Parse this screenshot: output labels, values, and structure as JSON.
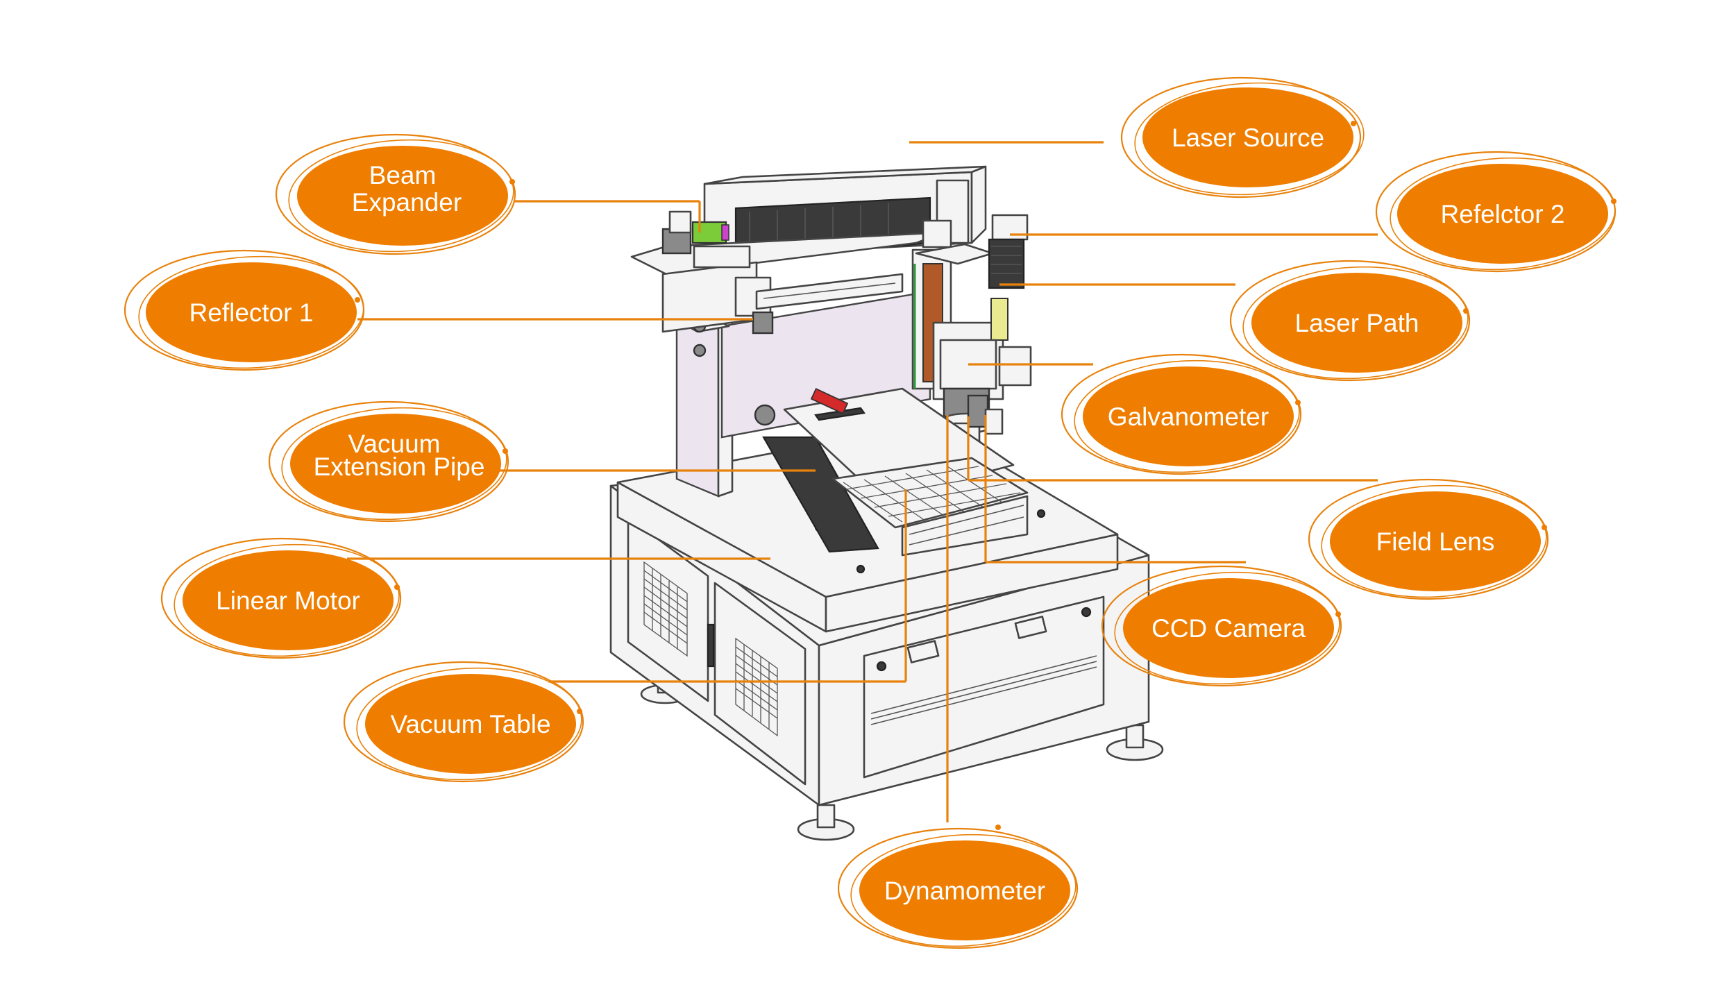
{
  "colors": {
    "accent": "#ef7d00",
    "label_text": "#ffffff",
    "drawing_line": "#444444"
  },
  "labels": {
    "laser_source": "Laser Source",
    "beam_expander_l1": "Beam",
    "beam_expander_l2": "Expander",
    "reflector_2": "Refelctor 2",
    "reflector_1": "Reflector 1",
    "laser_path": "Laser Path",
    "galvanometer": "Galvanometer",
    "vacuum_pipe_l1": "Vacuum",
    "vacuum_pipe_l2": "Extension Pipe",
    "field_lens": "Field Lens",
    "linear_motor": "Linear Motor",
    "ccd_camera": "CCD Camera",
    "vacuum_table": "Vacuum Table",
    "dynamometer": "Dynamometer"
  }
}
